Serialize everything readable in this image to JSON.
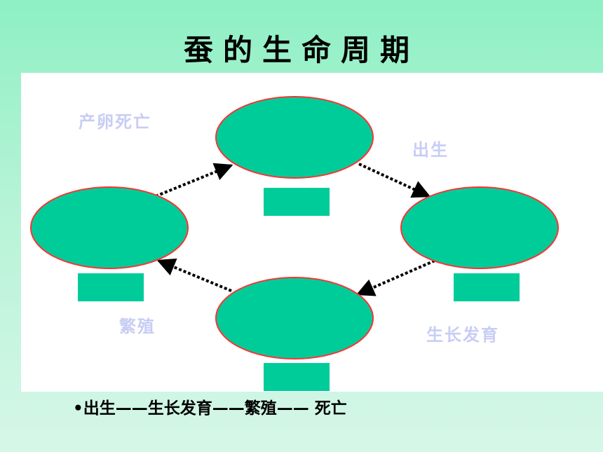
{
  "title": "蚕的生命周期",
  "labels": {
    "death": "产卵死亡",
    "birth": "出生",
    "growth": "生长发育",
    "reproduction": "繁殖"
  },
  "summary": "•出生——生长发育——繁殖—— 死亡",
  "colors": {
    "node_fill": "#00cc99",
    "node_stroke": "#ff3333",
    "label_text": "#c8cdf4",
    "arrow": "#000000"
  }
}
